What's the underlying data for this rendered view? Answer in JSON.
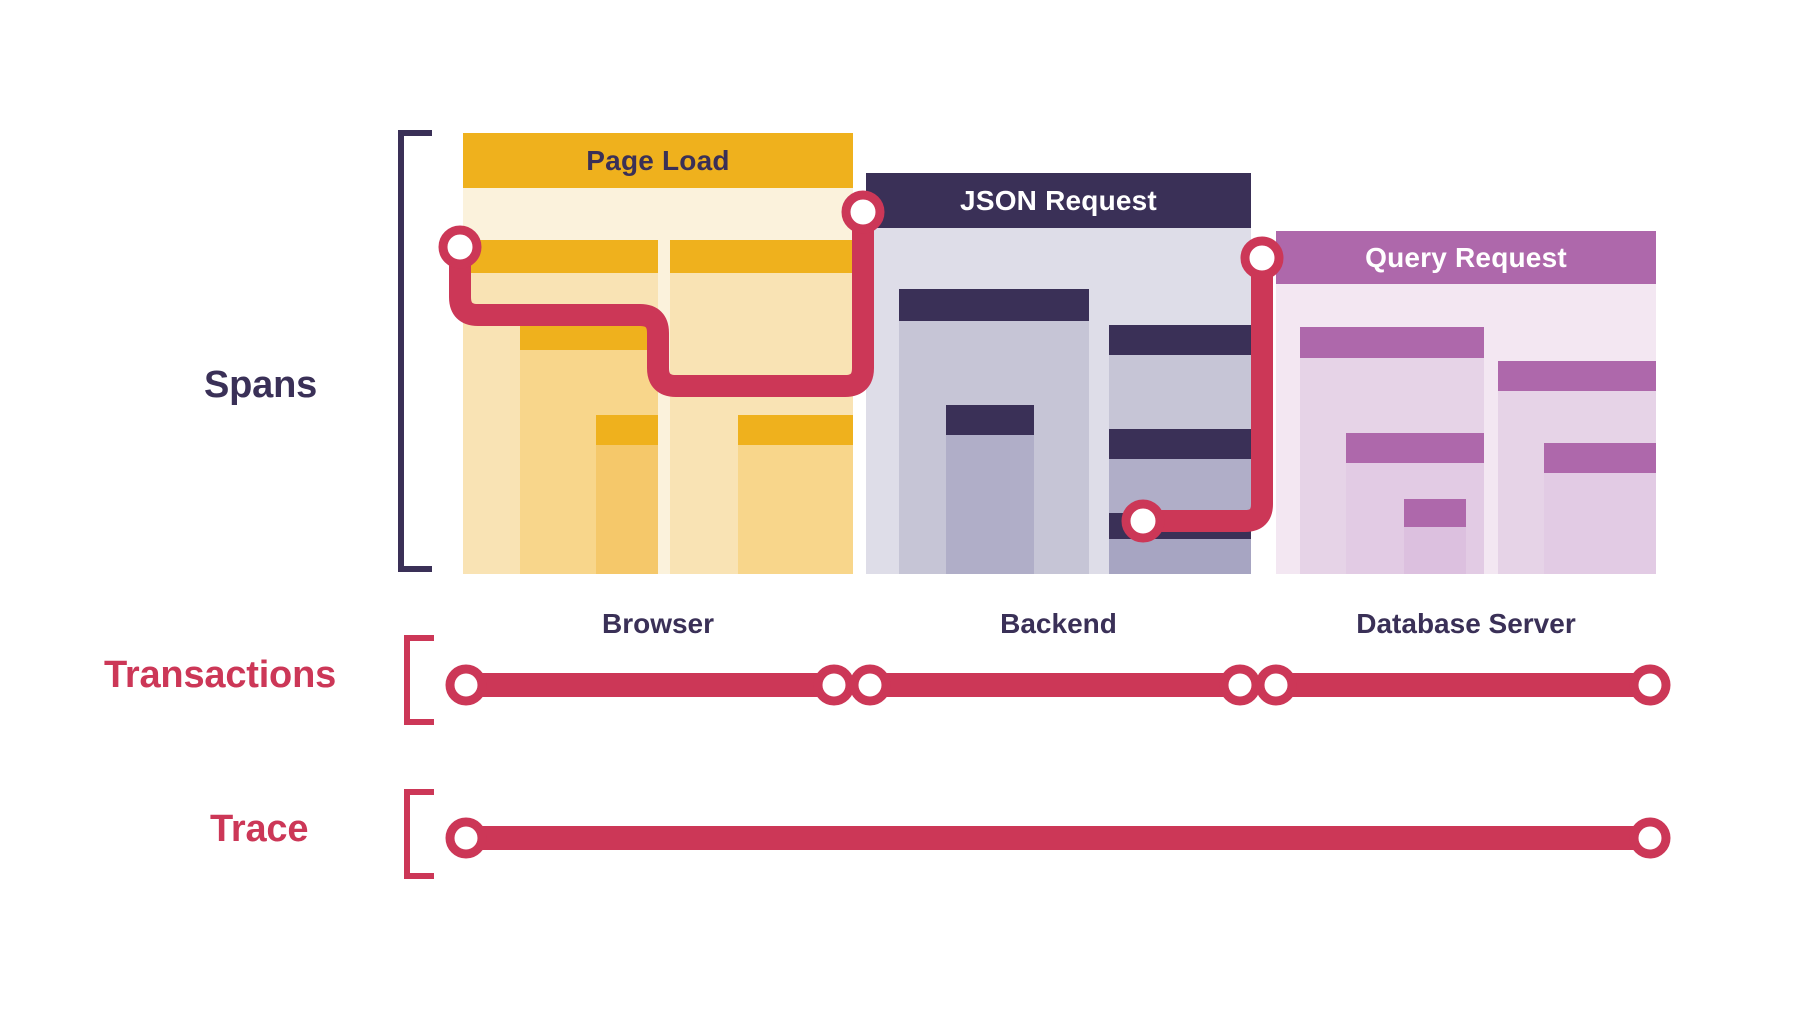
{
  "diagram": {
    "title_present": false,
    "background": "#ffffff",
    "row_labels": [
      {
        "name": "spans",
        "text": "Spans",
        "color": "#3a3057"
      },
      {
        "name": "transactions",
        "text": "Transactions",
        "color": "#cc3757"
      },
      {
        "name": "trace",
        "text": "Trace",
        "color": "#cc3757"
      }
    ],
    "colors": {
      "dark_navy": "#3a3057",
      "crimson": "#cc3757",
      "browser_header": "#efb11d",
      "browser_panel": "#fbf2dc",
      "browser_bar_light": "#f9e3b4",
      "browser_bar_mid": "#f8d68b",
      "browser_bar_strong": "#efb11d",
      "backend_header": "#3a3057",
      "backend_panel": "#dedde8",
      "backend_bar_light": "#c6c5d6",
      "backend_bar_mid": "#b0aec8",
      "database_header": "#ae68ab",
      "database_panel": "#f3e7f2",
      "database_bar_light": "#e6d3e7",
      "database_bar_strong": "#ae68ab"
    },
    "services": [
      {
        "id": "browser",
        "header_label": "Page Load",
        "header_text_color": "#3a3057",
        "caption": "Browser",
        "spans": [
          {
            "name": "root-span",
            "depth": 0
          },
          {
            "name": "child-span-a",
            "depth": 1
          },
          {
            "name": "child-span-b",
            "depth": 1
          },
          {
            "name": "grandchild-span-a",
            "depth": 2
          },
          {
            "name": "grandchild-span-b",
            "depth": 2
          },
          {
            "name": "leaf-span",
            "depth": 3
          }
        ]
      },
      {
        "id": "backend",
        "header_label": "JSON Request",
        "header_text_color": "#ffffff",
        "caption": "Backend",
        "spans": [
          {
            "name": "root-span",
            "depth": 0
          },
          {
            "name": "child-span-a",
            "depth": 1
          },
          {
            "name": "child-span-b",
            "depth": 1
          },
          {
            "name": "grandchild-span-a",
            "depth": 2
          },
          {
            "name": "grandchild-span-b",
            "depth": 2
          }
        ]
      },
      {
        "id": "database",
        "header_label": "Query Request",
        "header_text_color": "#ffffff",
        "caption": "Database Server",
        "spans": [
          {
            "name": "root-span",
            "depth": 0
          },
          {
            "name": "child-span-a",
            "depth": 1
          },
          {
            "name": "child-span-b",
            "depth": 1
          },
          {
            "name": "grandchild-span-a",
            "depth": 2
          },
          {
            "name": "grandchild-span-b",
            "depth": 2
          },
          {
            "name": "leaf-span",
            "depth": 3
          }
        ]
      }
    ],
    "transactions_row": {
      "segments": [
        {
          "name": "browser-transaction"
        },
        {
          "name": "backend-transaction"
        },
        {
          "name": "database-transaction"
        }
      ],
      "endpoint_count": 6
    },
    "trace_row": {
      "segments": [
        {
          "name": "full-trace"
        }
      ],
      "endpoint_count": 2
    },
    "connector": {
      "name": "distributed-trace-path",
      "color": "#cc3757",
      "node_count": 4
    }
  }
}
